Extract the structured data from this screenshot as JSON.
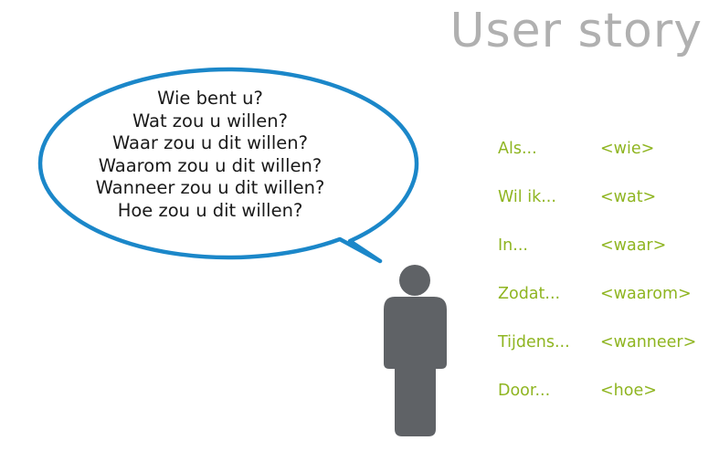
{
  "title": "User story",
  "questions": [
    "Wie bent u?",
    "Wat zou u willen?",
    "Waar zou u dit willen?",
    "Waarom zou u dit willen?",
    "Wanneer zou u dit willen?",
    "Hoe zou u dit willen?"
  ],
  "template_rows": [
    {
      "keyword": "Als...",
      "placeholder": "<wie>"
    },
    {
      "keyword": "Wil ik...",
      "placeholder": "<wat>"
    },
    {
      "keyword": "In...",
      "placeholder": "<waar>"
    },
    {
      "keyword": "Zodat...",
      "placeholder": "<waarom>"
    },
    {
      "keyword": "Tijdens...",
      "placeholder": "<wanneer>"
    },
    {
      "keyword": "Door...",
      "placeholder": "<hoe>"
    }
  ],
  "colors": {
    "bubble_outline": "#1b87c9",
    "person": "#5f6266",
    "template_text": "#8fb521",
    "title": "#b0b0b0"
  }
}
